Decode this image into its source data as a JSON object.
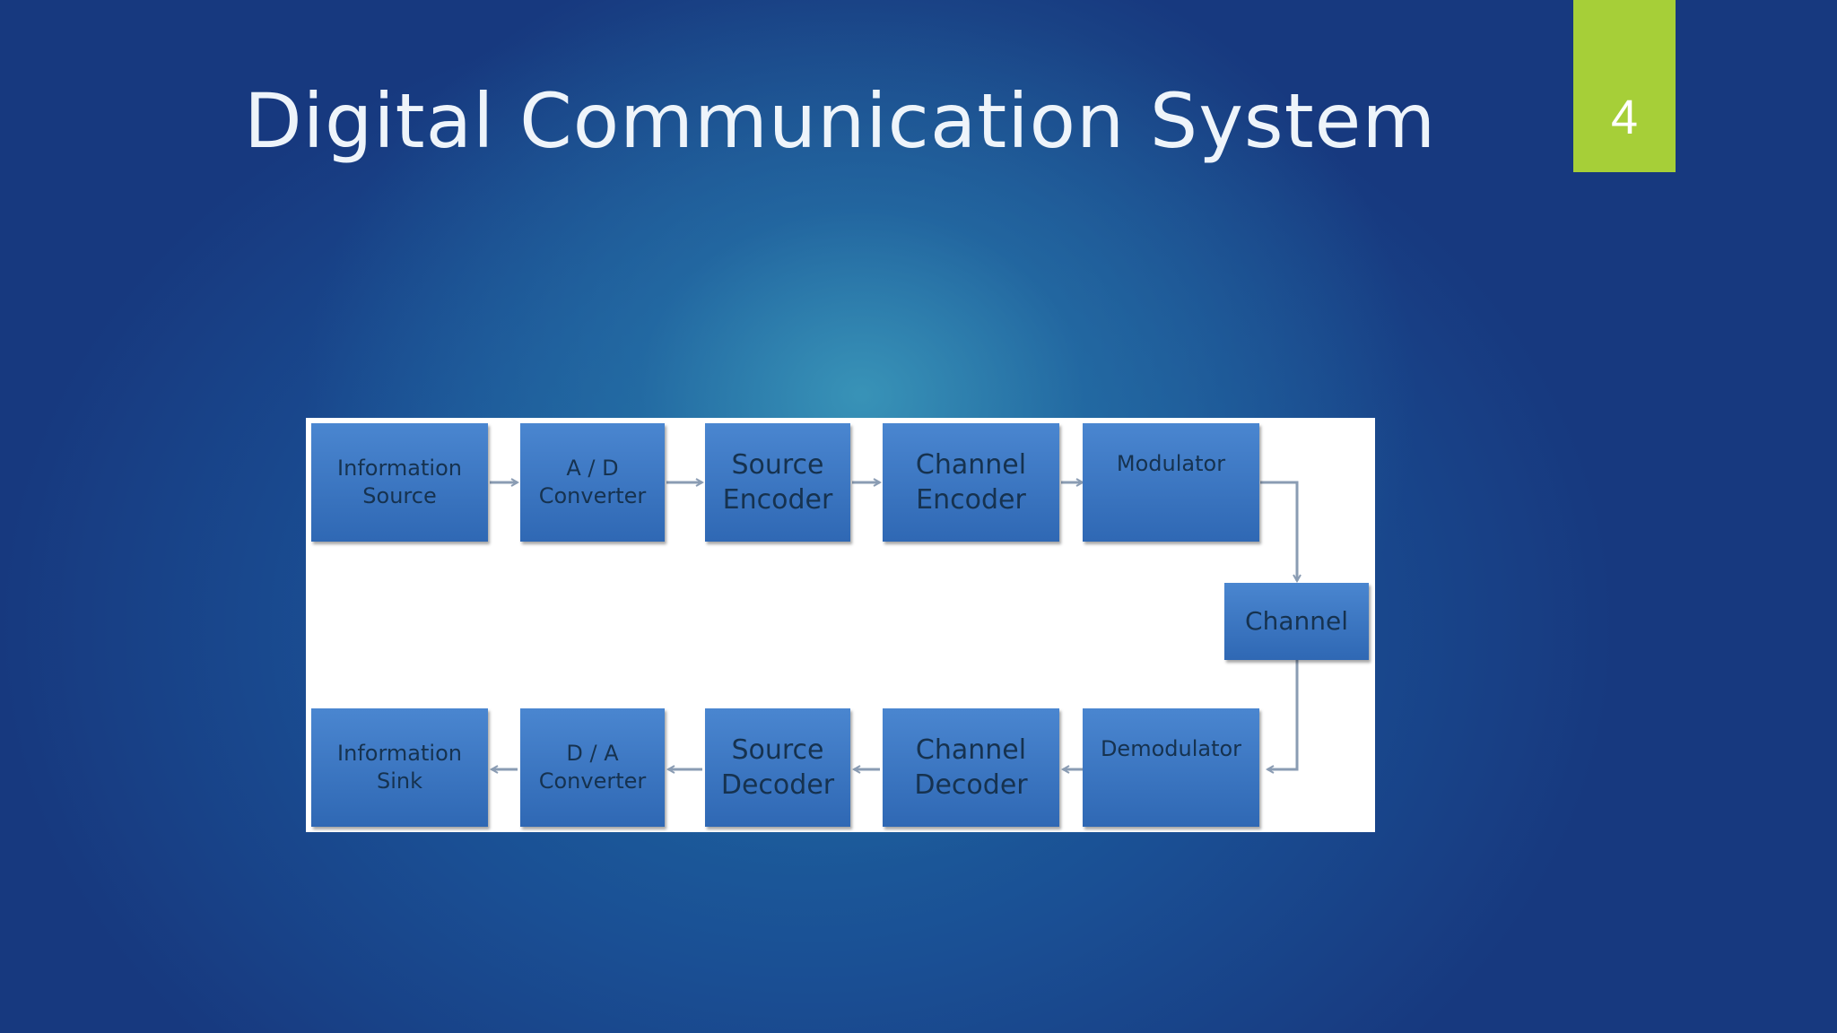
{
  "slide": {
    "title": "Digital Communication System",
    "number": "4",
    "accent_color": "#a6cf38"
  },
  "diagram": {
    "block_color": "#3a78c4",
    "top_row": [
      {
        "label": "Information\nSource"
      },
      {
        "label": "A / D\nConverter"
      },
      {
        "label": "Source\nEncoder"
      },
      {
        "label": "Channel\nEncoder"
      },
      {
        "label": "Modulator"
      }
    ],
    "channel": {
      "label": "Channel"
    },
    "bottom_row": [
      {
        "label": "Information\nSink"
      },
      {
        "label": "D / A\nConverter"
      },
      {
        "label": "Source\nDecoder"
      },
      {
        "label": "Channel\nDecoder"
      },
      {
        "label": "Demodulator"
      }
    ]
  }
}
